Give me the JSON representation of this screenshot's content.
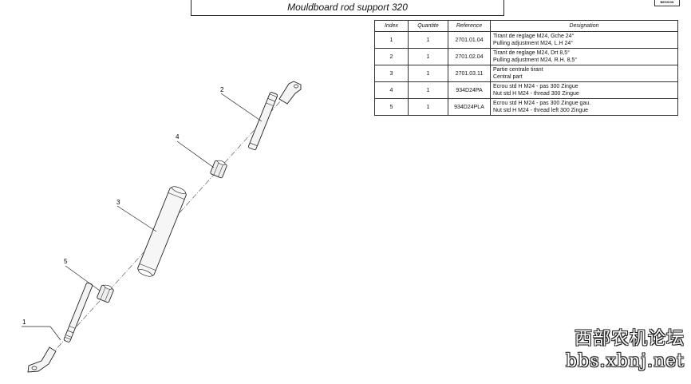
{
  "title": "Mouldboard rod support 320",
  "logo_text": "BESSON",
  "table": {
    "headers": [
      "Index",
      "Quantite",
      "Reference",
      "Designation"
    ],
    "rows": [
      {
        "index": "1",
        "qty": "1",
        "ref": "2701.01.04",
        "des1": "Tirant de reglage M24, Gche 24°",
        "des2": "Pulling adjustment M24, L.H 24°"
      },
      {
        "index": "2",
        "qty": "1",
        "ref": "2701.02.04",
        "des1": "Tirant de reglage M24, Drt 8,5°",
        "des2": "Pulling adjustment M24, R.H. 8,5°"
      },
      {
        "index": "3",
        "qty": "1",
        "ref": "2701.03.11",
        "des1": "Partie centrale tirant",
        "des2": "Central part"
      },
      {
        "index": "4",
        "qty": "1",
        "ref": "934D24PA",
        "des1": "Ecrou  std H M24 - pas 300 Zingue",
        "des2": "Nut  std H M24 - thread 300 Zingue"
      },
      {
        "index": "5",
        "qty": "1",
        "ref": "934D24PLA",
        "des1": "Ecrou  std H M24 - pas 300 Zingue gau.",
        "des2": "Nut  std H M24 - thread left 300 Zingue"
      }
    ]
  },
  "callouts": [
    "1",
    "2",
    "3",
    "4",
    "5"
  ],
  "watermark": {
    "line1": "西部农机论坛",
    "line2": "bbs.xbnj.net"
  }
}
